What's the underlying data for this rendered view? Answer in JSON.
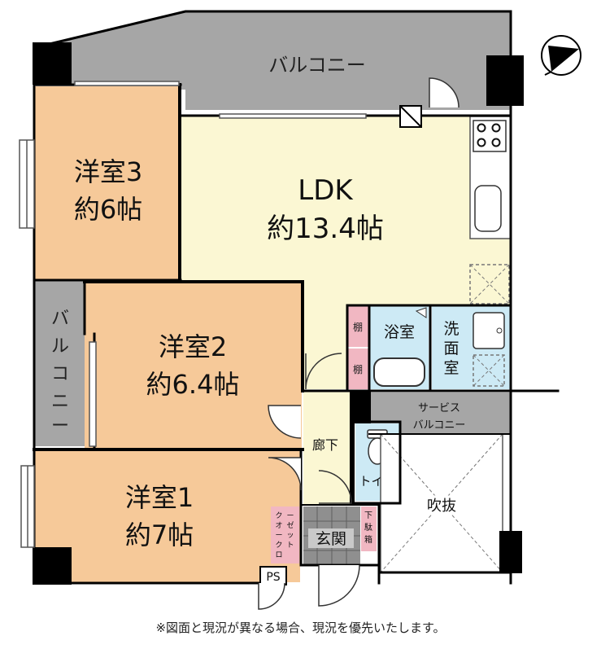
{
  "rooms": {
    "balcony_top": {
      "label": "バルコニー"
    },
    "balcony_left": {
      "label_chars": [
        "バ",
        "ル",
        "コ",
        "ニ",
        "ー"
      ]
    },
    "ldk": {
      "name": "LDK",
      "size": "約13.4帖"
    },
    "youshitsu3": {
      "name": "洋室3",
      "size": "約6帖"
    },
    "youshitsu2": {
      "name": "洋室2",
      "size": "約6.4帖"
    },
    "youshitsu1": {
      "name": "洋室1",
      "size": "約7帖"
    },
    "bath": {
      "label": "浴室"
    },
    "washroom": {
      "label_chars": [
        "洗",
        "面",
        "室"
      ]
    },
    "shelf_top": {
      "label": "棚"
    },
    "shelf_bottom": {
      "label": "棚"
    },
    "service_balcony": {
      "line1": "サービス",
      "line2": "バルコニー"
    },
    "corridor": {
      "label": "廊下"
    },
    "toilet": {
      "label": "トイレ"
    },
    "atrium": {
      "label": "吹抜"
    },
    "genkan": {
      "label": "玄関"
    },
    "closet": {
      "label_chars": [
        "ク",
        "オ",
        "ー",
        "ク",
        "ロ",
        "ー",
        "ゼ",
        "ッ",
        "ト"
      ]
    },
    "shoe_box": {
      "label_chars": [
        "下",
        "駄",
        "箱"
      ]
    },
    "ps": {
      "label": "PS"
    }
  },
  "footer_note": "※図面と現況が異なる場合、現況を優先いたします。",
  "colors": {
    "balcony": "#a6a6a6",
    "ldk": "#fbf7d3",
    "bedroom": "#f6c999",
    "wet_area": "#cdeaf5",
    "shelf": "#f1b7c2",
    "genkan_tile": "#8f8f8f",
    "wall": "#000000"
  },
  "icons": [
    "compass-icon",
    "stove-icon",
    "sink-icon",
    "bathtub-icon",
    "toilet-icon",
    "washbasin-icon",
    "door-swing-icon"
  ]
}
